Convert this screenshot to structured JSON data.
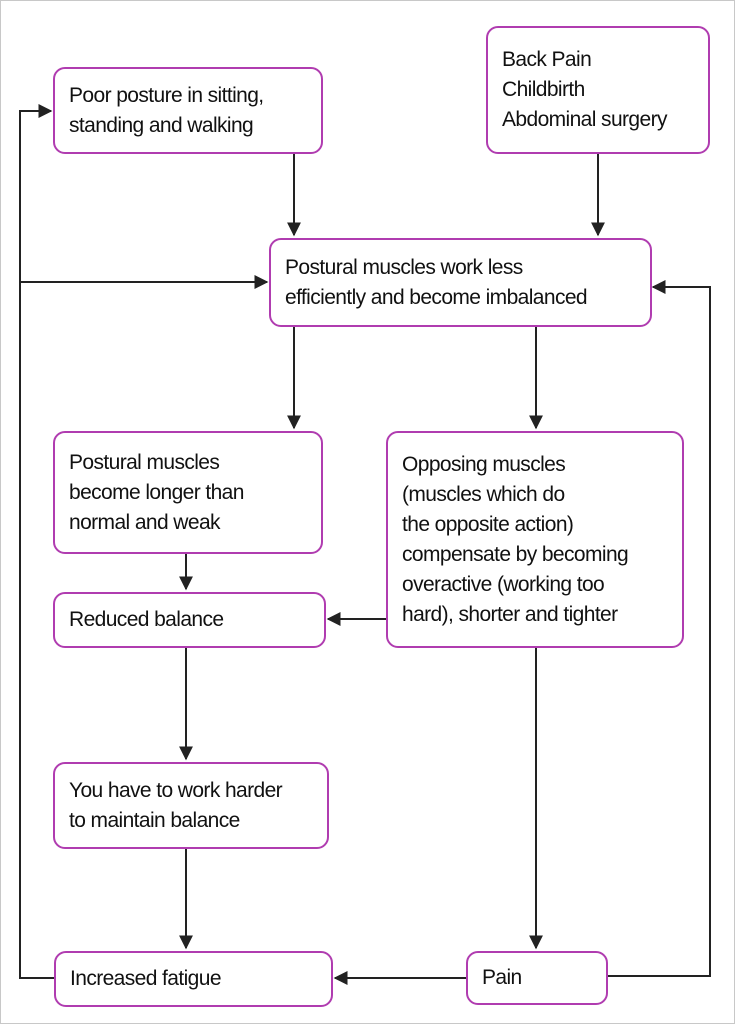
{
  "nodes": {
    "poor_posture": [
      "Poor posture in sitting,",
      "standing and walking"
    ],
    "causes": [
      "Back Pain",
      "Childbirth",
      "Abdominal surgery"
    ],
    "postural_less_efficient": [
      "Postural muscles work less",
      "efficiently and become imbalanced"
    ],
    "postural_longer": [
      "Postural muscles",
      "become longer than",
      "normal and weak"
    ],
    "opposing_muscles": [
      "Opposing muscles",
      "(muscles which do",
      "the opposite action)",
      "compensate by becoming",
      "overactive (working too",
      "hard), shorter and tighter"
    ],
    "reduced_balance": [
      "Reduced balance"
    ],
    "work_harder": [
      "You have to work harder",
      "to maintain balance"
    ],
    "increased_fatigue": [
      "Increased fatigue"
    ],
    "pain": [
      "Pain"
    ]
  },
  "colors": {
    "box_border": "#b03cb0",
    "arrow": "#222222"
  }
}
